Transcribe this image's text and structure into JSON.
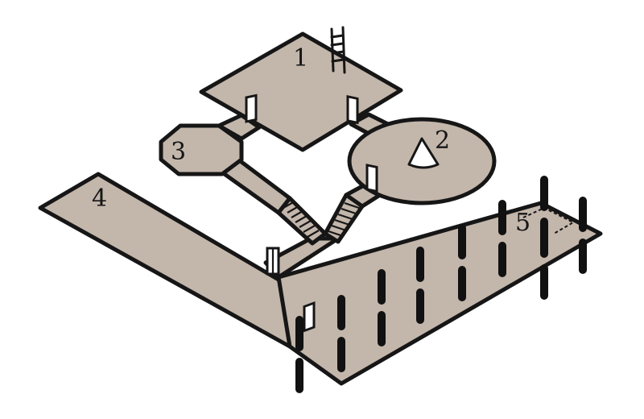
{
  "map": {
    "colors": {
      "floor": "#c3b6ab",
      "outline": "#161616",
      "background": "#ffffff"
    },
    "rooms": [
      {
        "id": "room-1",
        "label": "1"
      },
      {
        "id": "room-2",
        "label": "2"
      },
      {
        "id": "room-3",
        "label": "3"
      },
      {
        "id": "room-4",
        "label": "4"
      },
      {
        "id": "room-5",
        "label": "5"
      }
    ],
    "icons": [
      "ladder-icon",
      "cone-icon",
      "door-icon",
      "stairs-icon",
      "pillar-icon"
    ]
  }
}
